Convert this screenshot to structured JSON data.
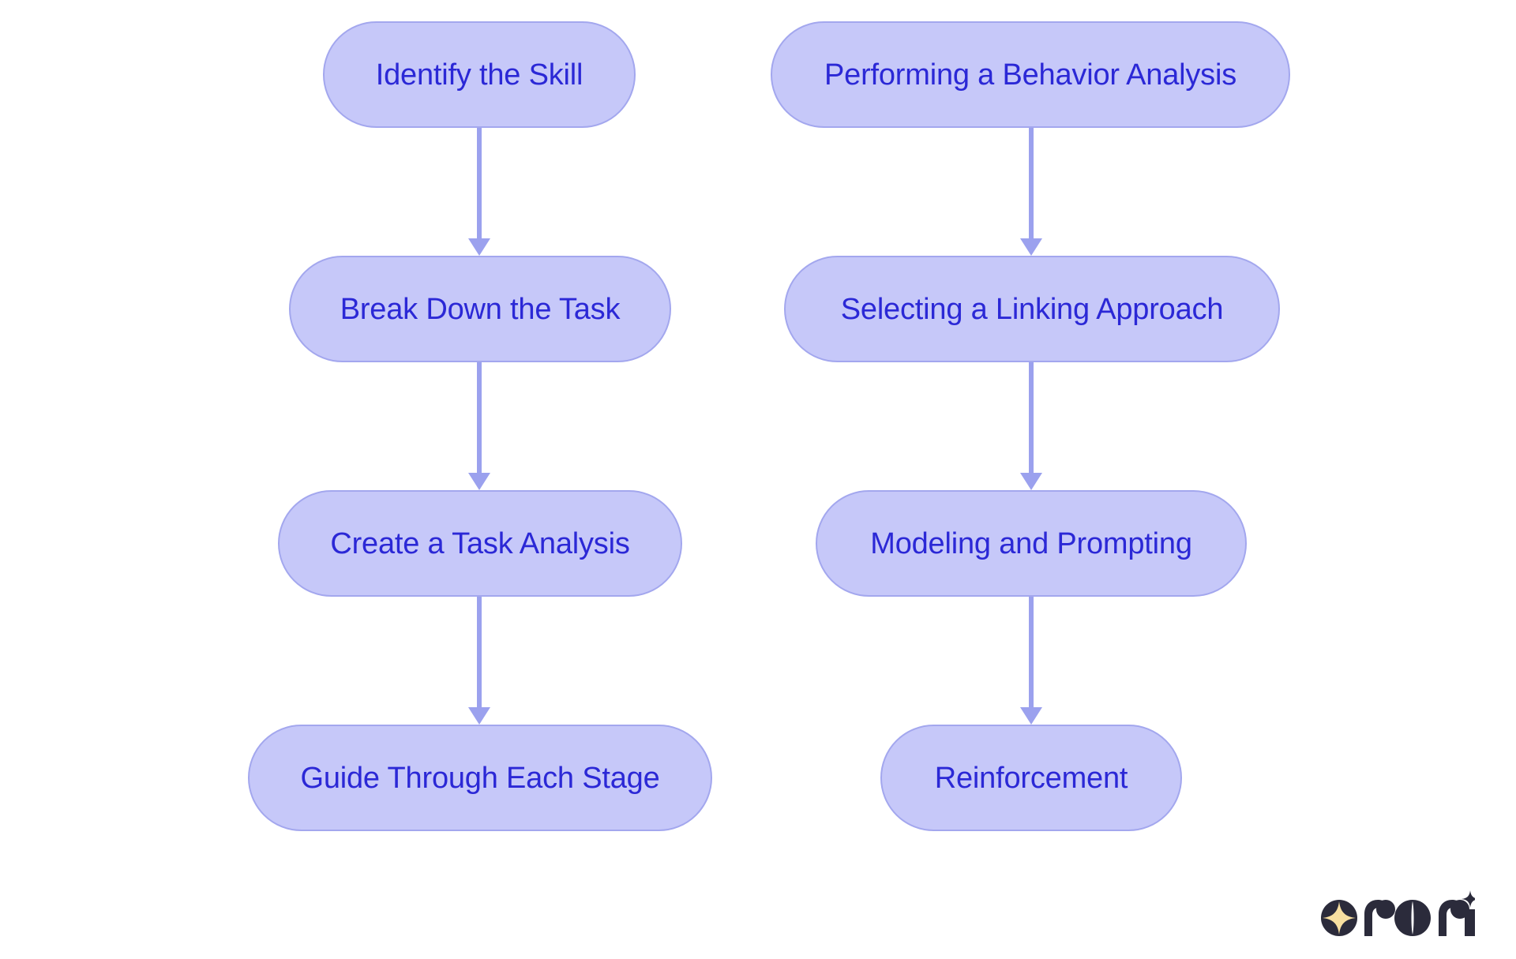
{
  "diagram": {
    "type": "flowchart",
    "orientation": "two-column-vertical",
    "background_color": "#FFFFFF",
    "node_fill_color": "#C6C8F9",
    "node_border_color": "#A3A7EE",
    "node_text_color": "#2B28D6",
    "arrow_color": "#9BA1EE",
    "columns": [
      {
        "name": "task-analysis-flow",
        "nodes": [
          {
            "id": "identify-the-skill",
            "label": "Identify the Skill"
          },
          {
            "id": "break-down-the-task",
            "label": "Break Down the Task"
          },
          {
            "id": "create-a-task-analysis",
            "label": "Create a Task Analysis"
          },
          {
            "id": "guide-through-each-stage",
            "label": "Guide Through Each Stage"
          }
        ],
        "edges": [
          {
            "from": "identify-the-skill",
            "to": "break-down-the-task"
          },
          {
            "from": "break-down-the-task",
            "to": "create-a-task-analysis"
          },
          {
            "from": "create-a-task-analysis",
            "to": "guide-through-each-stage"
          }
        ]
      },
      {
        "name": "chaining-flow",
        "nodes": [
          {
            "id": "performing-a-behavior-analysis",
            "label": "Performing a Behavior Analysis"
          },
          {
            "id": "selecting-a-linking-approach",
            "label": "Selecting a Linking Approach"
          },
          {
            "id": "modeling-and-prompting",
            "label": "Modeling and Prompting"
          },
          {
            "id": "reinforcement",
            "label": "Reinforcement"
          }
        ],
        "edges": [
          {
            "from": "performing-a-behavior-analysis",
            "to": "selecting-a-linking-approach"
          },
          {
            "from": "selecting-a-linking-approach",
            "to": "modeling-and-prompting"
          },
          {
            "from": "modeling-and-prompting",
            "to": "reinforcement"
          }
        ]
      }
    ]
  },
  "logo": {
    "wordmark": "rori",
    "mark_color": "#2B2B3B",
    "star_color": "#F7DFA0"
  }
}
